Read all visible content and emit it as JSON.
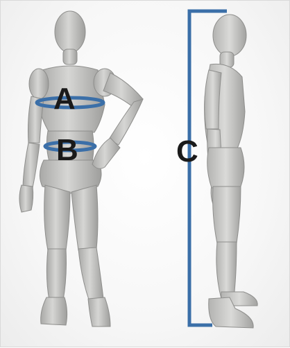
{
  "labels": {
    "chest": "A",
    "waist": "B",
    "height": "C"
  },
  "colors": {
    "measure_line": "#3b6fa8",
    "mannequin": "#c9c9c7",
    "mannequin_shade": "#9c9c9a",
    "label_text": "#1a1a1a"
  },
  "icons": {
    "front_figure": "front-mannequin-icon",
    "side_figure": "side-mannequin-icon"
  }
}
